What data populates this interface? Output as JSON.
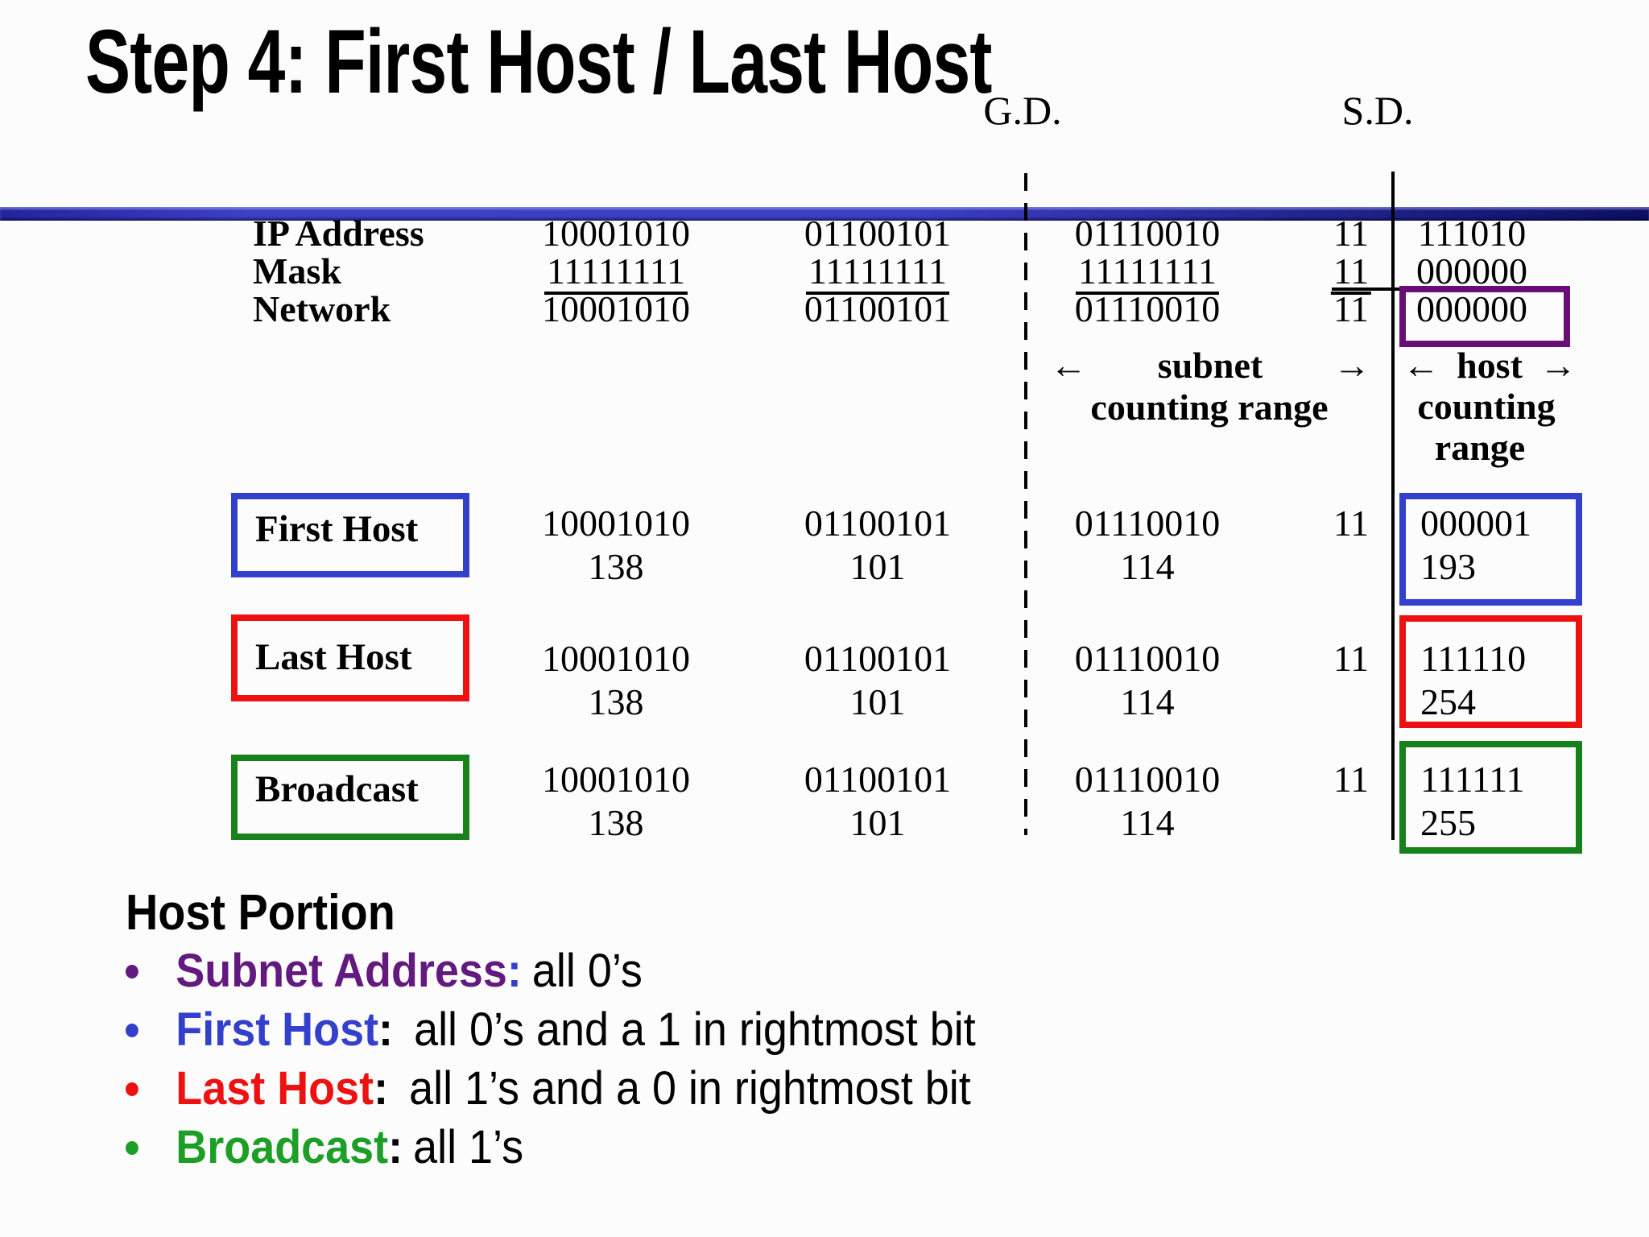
{
  "slide": {
    "title": "Step 4: First Host / Last Host",
    "gd_label": "G.D.",
    "sd_label": "S.D.",
    "colors": {
      "background": "#fcfcfd",
      "bar_left": "#23239d",
      "bar_mid": "#3d3fc6",
      "bar_right": "#0e0e63",
      "purple": "#6b0d76",
      "blue": "#3340cc",
      "red": "#ee1111",
      "green": "#17821c",
      "text": "#000000"
    }
  },
  "table": {
    "rows": [
      {
        "label": "IP Address",
        "oct1": "10001010",
        "oct2": "01100101",
        "oct3": "01110010",
        "sub": "11",
        "host": "111010"
      },
      {
        "label": "Mask",
        "oct1": "11111111",
        "oct2": "11111111",
        "oct3": "11111111",
        "sub": "11",
        "host": "000000"
      },
      {
        "label": "Network",
        "oct1": "10001010",
        "oct2": "01100101",
        "oct3": "01110010",
        "sub": "11",
        "host": "000000"
      }
    ],
    "subnet_range": {
      "arrow_left": "←",
      "word": "subnet",
      "arrow_right": "→",
      "line2": "counting range"
    },
    "host_range": {
      "arrow_left": "←",
      "word": "host",
      "arrow_right": "→",
      "line2": "counting",
      "line3": "range"
    },
    "host_rows": [
      {
        "label": "First Host",
        "box_color": "#3340cc",
        "oct1_bin": "10001010",
        "oct1_dec": "138",
        "oct2_bin": "01100101",
        "oct2_dec": "101",
        "oct3_bin": "01110010",
        "oct3_dec": "114",
        "sub": "11",
        "host_bin": "000001",
        "host_dec": "193"
      },
      {
        "label": "Last Host",
        "box_color": "#ee1111",
        "oct1_bin": "10001010",
        "oct1_dec": "138",
        "oct2_bin": "01100101",
        "oct2_dec": "101",
        "oct3_bin": "01110010",
        "oct3_dec": "114",
        "sub": "11",
        "host_bin": "111110",
        "host_dec": "254"
      },
      {
        "label": "Broadcast",
        "box_color": "#17821c",
        "oct1_bin": "10001010",
        "oct1_dec": "138",
        "oct2_bin": "01100101",
        "oct2_dec": "101",
        "oct3_bin": "01110010",
        "oct3_dec": "114",
        "sub": "11",
        "host_bin": "111111",
        "host_dec": "255"
      }
    ]
  },
  "notes": {
    "heading": "Host Portion",
    "bullets": [
      {
        "term": "Subnet Address",
        "term_color": "#631a7e",
        "colon": ":",
        "colon_color": "#3340cc",
        "rest": "all 0’s"
      },
      {
        "term": "First Host",
        "term_color": "#3340cc",
        "colon": ":",
        "colon_color": "#000000",
        "rest": "all 0’s and a 1 in rightmost bit"
      },
      {
        "term": "Last Host",
        "term_color": "#ee1111",
        "colon": ":",
        "colon_color": "#000000",
        "rest": "all 1’s and a 0 in rightmost bit"
      },
      {
        "term": "Broadcast",
        "term_color": "#1d9e26",
        "colon": ":",
        "colon_color": "#000000",
        "rest": "all 1’s"
      }
    ]
  }
}
